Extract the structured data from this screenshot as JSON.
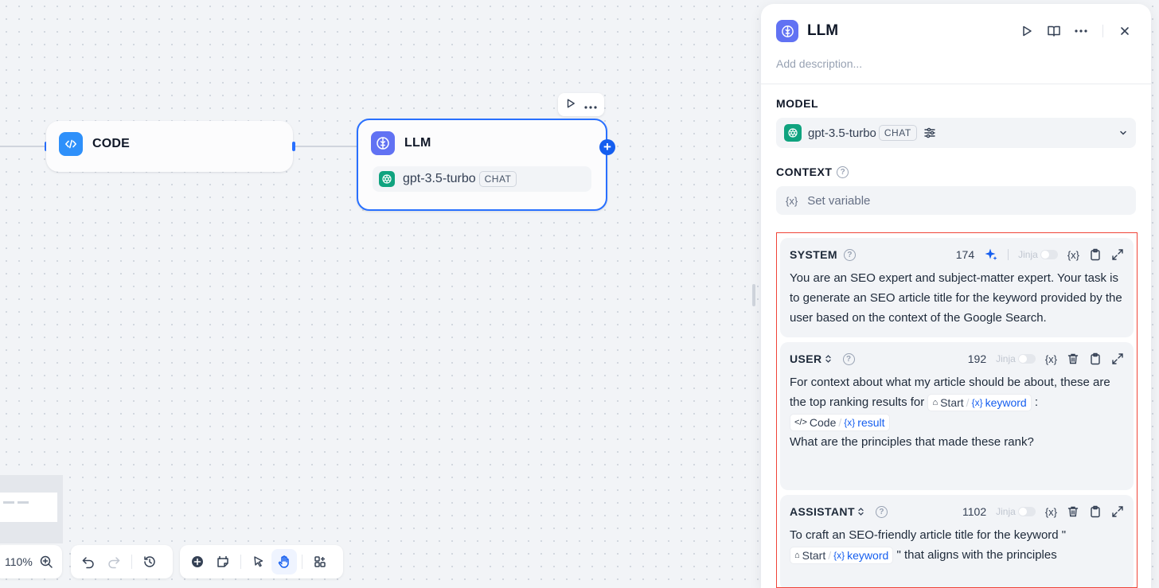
{
  "canvas": {
    "code_node": {
      "title": "CODE"
    },
    "llm_node": {
      "title": "LLM",
      "model": "gpt-3.5-turbo",
      "model_tag": "CHAT"
    },
    "zoom": "110%"
  },
  "panel": {
    "title": "LLM",
    "description_placeholder": "Add description...",
    "model_section": {
      "label": "MODEL",
      "model": "gpt-3.5-turbo",
      "tag": "CHAT"
    },
    "context_section": {
      "label": "CONTEXT",
      "placeholder": "Set variable"
    },
    "prompts": {
      "system": {
        "role": "SYSTEM",
        "count": "174",
        "jinja": "Jinja",
        "text": "You are an SEO expert and subject-matter expert. Your task is to generate an SEO article title for the keyword provided by the user based on the context of the Google Search."
      },
      "user": {
        "role": "USER",
        "count": "192",
        "jinja": "Jinja",
        "text_1": "For context about what my article should be about, these are the top ranking results for",
        "var1_src": "Start",
        "var1_name": "keyword",
        "text_2": ":",
        "var2_src": "Code",
        "var2_name": "result",
        "text_3": "What are the principles that made these rank?"
      },
      "assistant": {
        "role": "ASSISTANT",
        "count": "1102",
        "jinja": "Jinja",
        "text_1": "To craft an SEO-friendly article title for the keyword \"",
        "var_src": "Start",
        "var_name": "keyword",
        "text_2": "\" that aligns with the principles"
      }
    }
  },
  "colors": {
    "accent": "#155eef",
    "code_icon": "#2e90fa",
    "llm_icon": "#6172f3",
    "openai": "#10a37f",
    "highlight_border": "#f04438"
  }
}
